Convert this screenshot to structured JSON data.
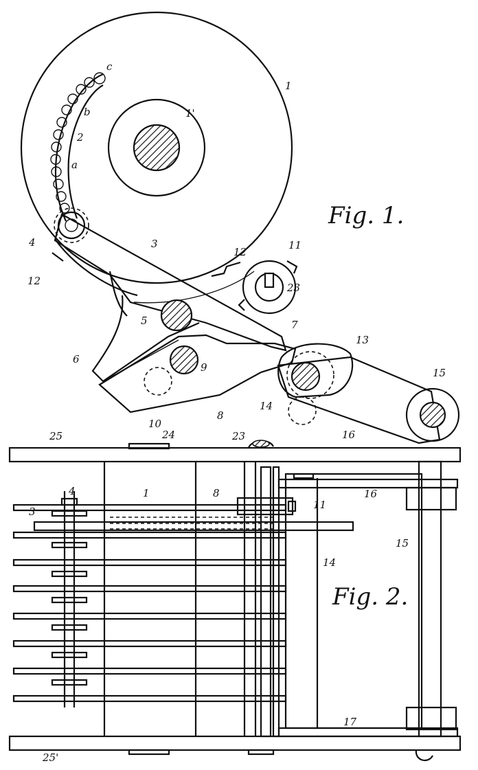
{
  "figure1": {
    "title": "Fig. 1.",
    "labels": {
      "l1": "1",
      "l1p": "1'",
      "l2": "2",
      "l3": "3",
      "l4": "4",
      "l5": "5",
      "l6": "6",
      "l7": "7",
      "l8": "8",
      "l9": "9",
      "l10": "10",
      "l11": "11",
      "l12a": "12",
      "l12b": "12",
      "l13": "13",
      "l14": "14",
      "l15": "15",
      "l16": "16",
      "l23": "23",
      "la": "a",
      "lb": "b",
      "lc": "c"
    }
  },
  "figure2": {
    "title": "Fig. 2.",
    "labels": {
      "l1": "1",
      "l3": "3",
      "l4": "4",
      "l8": "8",
      "l11": "11",
      "l14": "14",
      "l15": "15",
      "l16": "16",
      "l17": "17",
      "l23": "23",
      "l24": "24",
      "l25": "25",
      "l25p": "25'"
    }
  },
  "style": {
    "ink": "#111111",
    "paper": "#ffffff"
  }
}
